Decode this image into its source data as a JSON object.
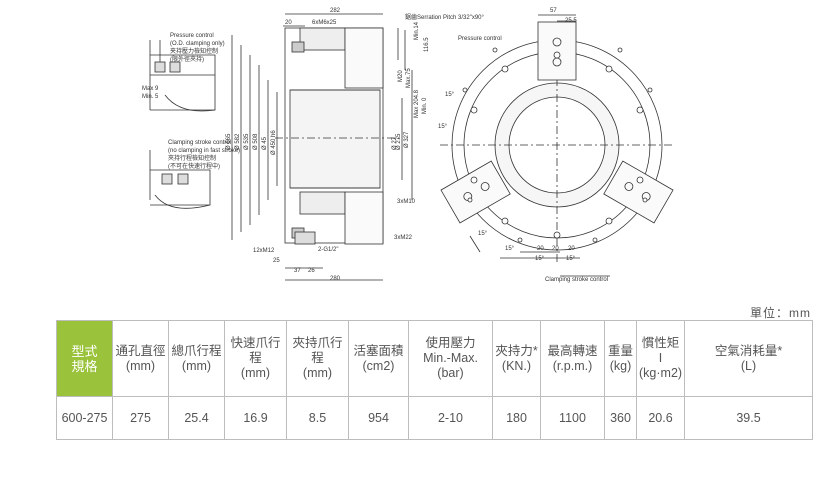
{
  "drawing": {
    "left_labels": {
      "pressure_control_en1": "Pressure control",
      "pressure_control_en2": "(O.D. clamping only)",
      "pressure_control_cn1": "夹持壓力檢知控制",
      "pressure_control_cn2": "(限外徑夾持)",
      "max9": "Max 9",
      "min5": "Min. 5",
      "stroke_en1": "Clamping stroke control",
      "stroke_en2": "(no clamping in fast stroke)",
      "stroke_cn1": "夾持行程檢知控制",
      "stroke_cn2": "(不可在快速行程中)"
    },
    "section_labels": {
      "d282": "282",
      "d20": "20",
      "m6x25": "6xM6x25",
      "serration": "鋸齒Serration Pitch 3/32\"x90°",
      "min14": "Min.14",
      "d1165": "116.5",
      "max75": "Max.75",
      "m20": "M20",
      "max2048": "Max 204.8",
      "min0": "Min. 0",
      "d27": "Ø 27",
      "d275": "Ø 275",
      "d327": "Ø 327",
      "d665": "Ø 665",
      "d582": "Ø 582",
      "d535": "Ø 535",
      "d508": "Ø 508",
      "d45": "Ø 45",
      "d450": "Ø 450 h6",
      "three_m10": "3xM10",
      "three_m22": "3xM22",
      "twelve_m12": "12xM12",
      "g10": "2-G1/2\"",
      "d25": "25",
      "d37": "37",
      "d26": "26",
      "d280": "280"
    },
    "front_labels": {
      "d57": "57",
      "d255": "25.5",
      "pressure_control": "Pressure control",
      "clamping_stroke": "Clamping stroke control",
      "d15a": "15°",
      "d15b": "15°",
      "d15c": "15°",
      "d15d": "15°",
      "d15e": "15°",
      "d15f": "15°",
      "d20a": "20",
      "d20b": "20",
      "d20c": "20"
    }
  },
  "unit_label": "單位：mm",
  "table": {
    "headers": [
      {
        "l1": "型式",
        "l2": "規格"
      },
      {
        "l1": "通孔直徑",
        "l2": "(mm)"
      },
      {
        "l1": "總爪行程",
        "l2": "(mm)"
      },
      {
        "l1": "快速爪行程",
        "l2": "(mm)"
      },
      {
        "l1": "夾持爪行程",
        "l2": "(mm)"
      },
      {
        "l1": "活塞面積",
        "l2": "(cm2)"
      },
      {
        "l1": "使用壓力",
        "l2": "Min.-Max. (bar)"
      },
      {
        "l1": "夾持力*",
        "l2": "(KN.)"
      },
      {
        "l1": "最高轉速",
        "l2": "(r.p.m.)"
      },
      {
        "l1": "重量",
        "l2": "(kg)"
      },
      {
        "l1": "慣性矩 I",
        "l2": "(kg·m2)"
      },
      {
        "l1": "空氣消耗量*",
        "l2": "(L)"
      }
    ],
    "row": [
      "600-275",
      "275",
      "25.4",
      "16.9",
      "8.5",
      "954",
      "2-10",
      "180",
      "1100",
      "360",
      "20.6",
      "39.5"
    ]
  }
}
